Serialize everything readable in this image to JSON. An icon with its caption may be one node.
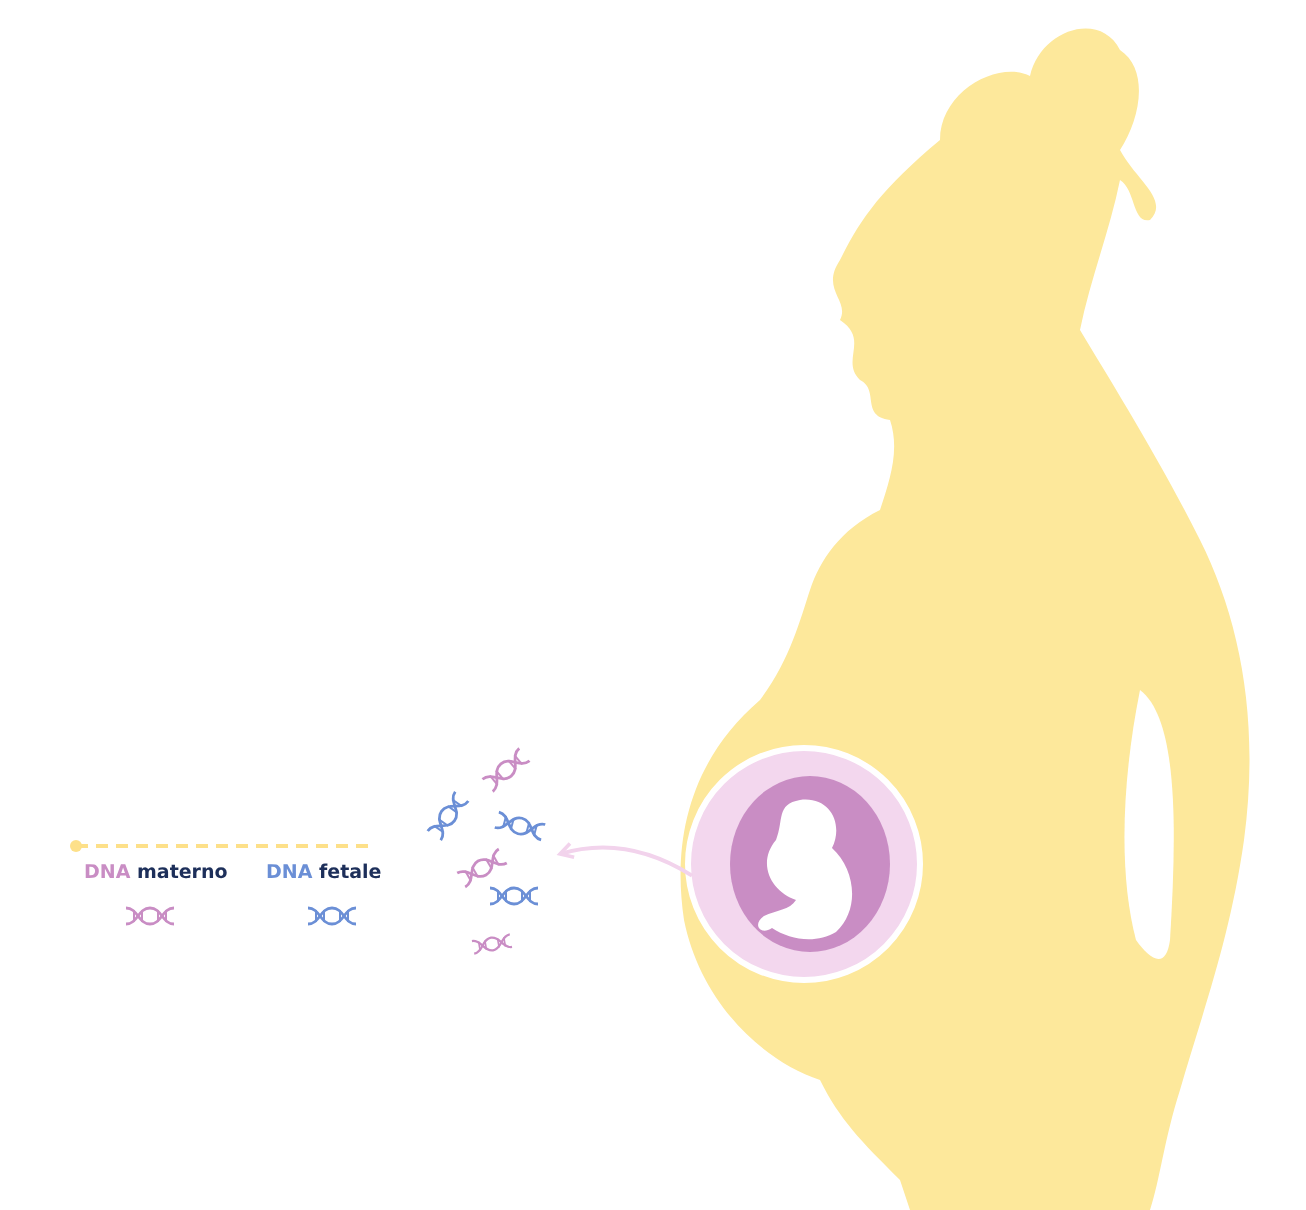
{
  "diagram": {
    "nodes": [
      {
        "text": [],
        "shape": "picture"
      },
      {
        "text": [],
        "shape": "picture"
      }
    ],
    "edges": [
      {
        "from": 1,
        "to": 0,
        "arrow": "to"
      }
    ],
    "legend": [
      {
        "text": "DNA materno"
      },
      {
        "text": "DNA fetale"
      }
    ]
  }
}
